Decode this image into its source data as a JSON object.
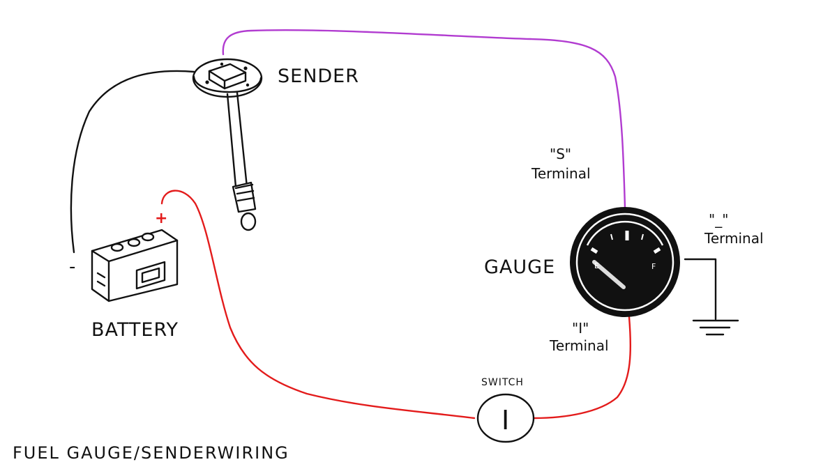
{
  "title": "FUEL GAUGE/SENDERWIRING",
  "components": {
    "sender": "SENDER",
    "battery": "BATTERY",
    "gauge": "GAUGE",
    "switch": "SWITCH",
    "switch_symbol": "I"
  },
  "terminals": {
    "s_label": "\"S\"",
    "i_label": "\"I\"",
    "ground_label": "\"_\"",
    "word": "Terminal"
  },
  "gauge_face": {
    "empty": "E",
    "full": "F"
  },
  "battery_terminals": {
    "positive": "+",
    "negative": "-"
  },
  "colors": {
    "power_wire": "#e31b1b",
    "signal_wire": "#b13bd0",
    "ground_wire": "#111111",
    "gauge_body": "#111111",
    "gauge_needle": "#dddddd"
  }
}
